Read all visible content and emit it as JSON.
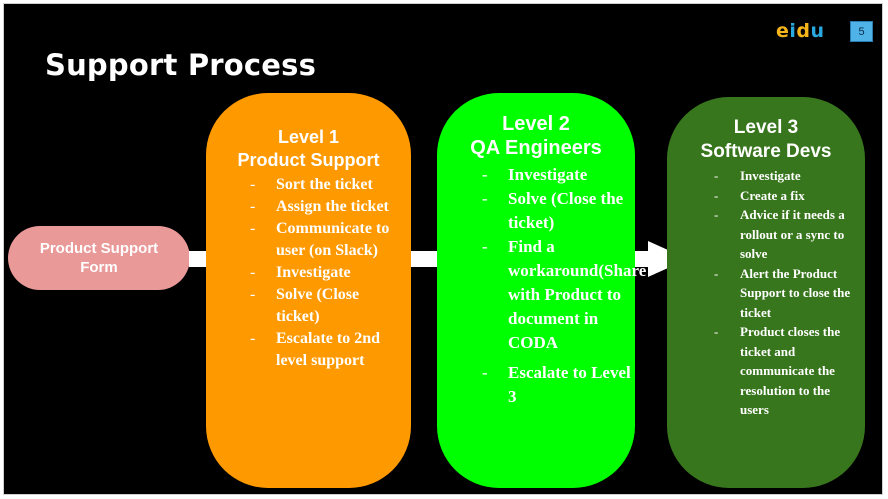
{
  "slide": {
    "title": "Support Process",
    "page_number": "5",
    "logo": {
      "e": "e",
      "i": "i",
      "d": "d",
      "u": "u"
    },
    "colors": {
      "background": "#000000",
      "form": "#ea9999",
      "level1": "#ff9900",
      "level2": "#00ff00",
      "level3": "#38761d",
      "logo_yellow": "#f6b61b",
      "logo_blue": "#2aa8e0"
    }
  },
  "form": {
    "line1": "Product Support",
    "line2": "Form"
  },
  "level1": {
    "line1": "Level 1",
    "line2": "Product Support",
    "items": [
      "Sort the ticket",
      "Assign the ticket",
      "Communicate to user (on Slack)",
      "Investigate",
      "Solve (Close ticket)",
      "Escalate to 2nd level support"
    ]
  },
  "level2": {
    "line1": "Level 2",
    "line2": "QA Engineers",
    "items": [
      "Investigate",
      "Solve (Close the ticket)",
      "Find a workaround(Share with Product to document in CODA",
      "Escalate to Level 3"
    ]
  },
  "level3": {
    "line1": "Level 3",
    "line2": "Software Devs",
    "items": [
      "Investigate",
      "Create a fix",
      "Advice if it needs a rollout or a sync to solve",
      "Alert the Product Support to close the ticket",
      "Product closes the ticket and communicate the resolution to the users"
    ]
  }
}
